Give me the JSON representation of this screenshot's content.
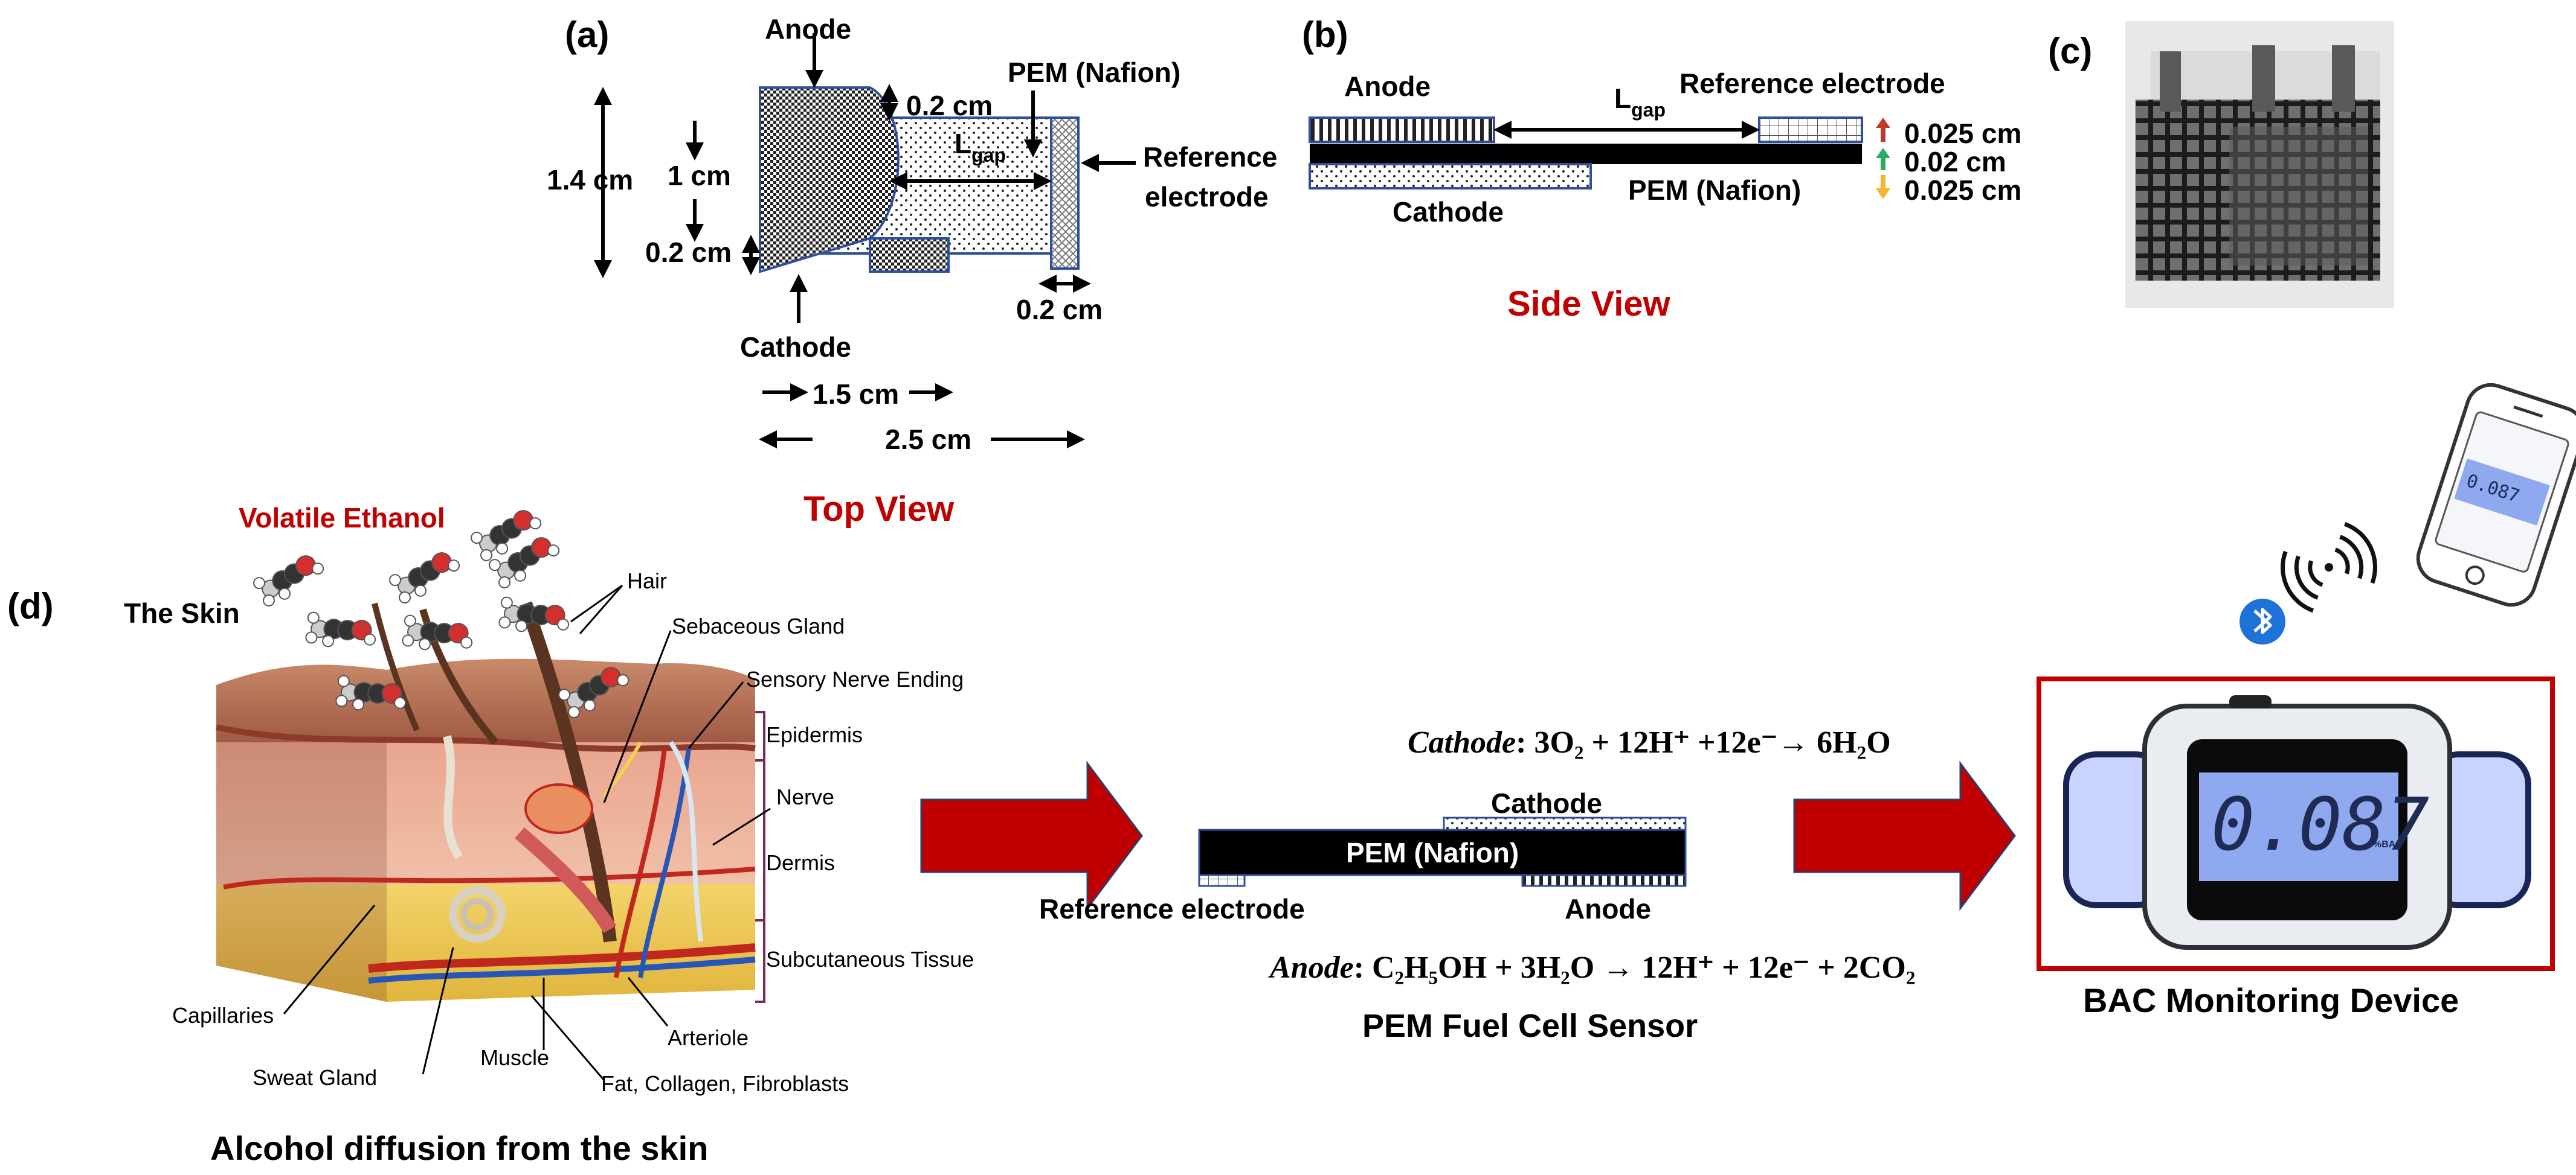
{
  "panel_a": {
    "tag": "(a)",
    "anode": "Anode",
    "cathode": "Cathode",
    "pem": "PEM (Nafion)",
    "reference": [
      "Reference",
      "electrode"
    ],
    "dim_thickness_top": "0.2 cm",
    "dim_thickness_bottom": "0.2 cm",
    "dim_height_total": "1.4 cm",
    "dim_height_electrode": "1 cm",
    "dim_ref_width": "0.2 cm",
    "dim_width_electrode": "1.5 cm",
    "dim_width_total": "2.5 cm",
    "lgap_main": "L",
    "lgap_sub": "gap",
    "view": "Top View"
  },
  "panel_b": {
    "tag": "(b)",
    "anode": "Anode",
    "reference": "Reference electrode",
    "cathode": "Cathode",
    "pem": "PEM (Nafion)",
    "lgap_main": "L",
    "lgap_sub": "gap",
    "thick_1": "0.025 cm",
    "thick_2": "0.02 cm",
    "thick_3": "0.025 cm",
    "view": "Side View"
  },
  "panel_c": {
    "tag": "(c)"
  },
  "panel_d": {
    "tag": "(d)",
    "volatile": "Volatile Ethanol",
    "skin_title": "The Skin",
    "skin_labels": {
      "hair": "Hair",
      "sebaceous": "Sebaceous Gland",
      "sensory": "Sensory Nerve Ending",
      "epidermis": "Epidermis",
      "nerve": "Nerve",
      "dermis": "Dermis",
      "subcutaneous": "Subcutaneous Tissue",
      "capillaries": "Capillaries",
      "sweat": "Sweat Gland",
      "muscle": "Muscle",
      "arteriole": "Arteriole",
      "fat": "Fat, Collagen, Fibroblasts"
    },
    "diffusion_caption": "Alcohol diffusion from the skin",
    "sensor": {
      "cathode_eq_label": "Cathode",
      "cathode_eq": ": 3O₂ + 12H⁺ +12e⁻→ 6H₂O",
      "cathode": "Cathode",
      "pem": "PEM (Nafion)",
      "reference": "Reference electrode",
      "anode": "Anode",
      "anode_eq_label": "Anode",
      "anode_eq": ": C₂H₅OH + 3H₂O → 12H⁺ + 12e⁻ + 2CO₂",
      "caption": "PEM Fuel Cell Sensor"
    },
    "device": {
      "watch_reading": "0.087",
      "watch_unit": "%BAC",
      "phone_reading": "0.087",
      "caption": "BAC Monitoring Device"
    }
  },
  "colors": {
    "title_red": "#c00000",
    "arrow_red": "#c00000",
    "electrode_blue": "#2f4f9c",
    "lcd_blue": "#8ea9f0"
  }
}
